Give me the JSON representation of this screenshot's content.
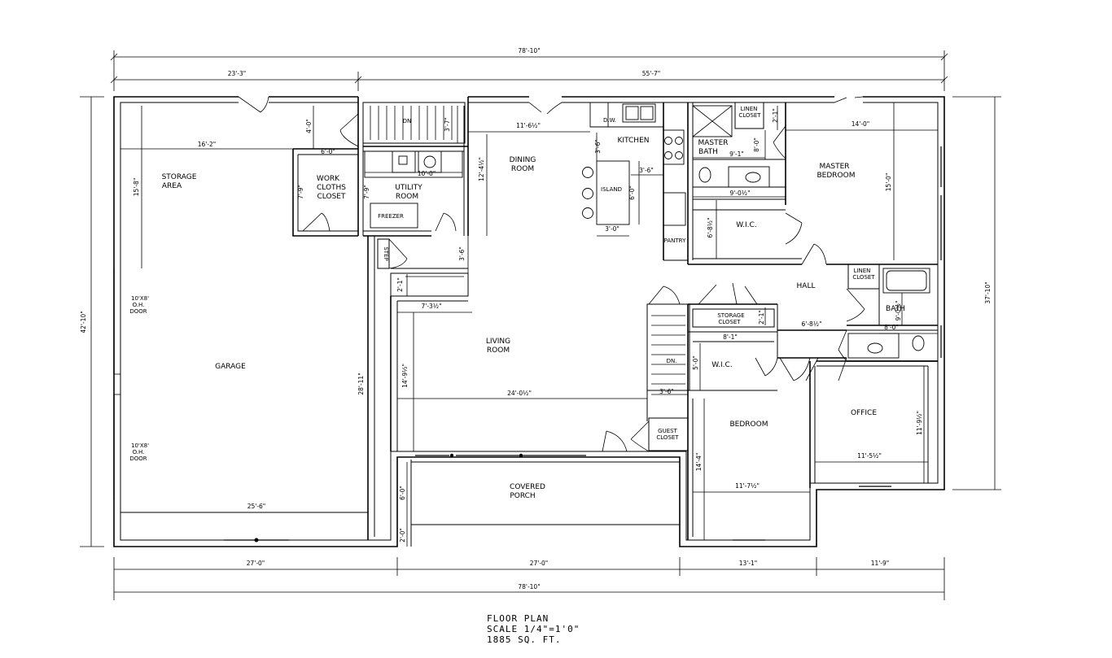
{
  "rooms": {
    "storage_area": [
      "STORAGE",
      "AREA"
    ],
    "work_closet": [
      "WORK",
      "CLOTHS",
      "CLOSET"
    ],
    "utility": [
      "UTILITY",
      "ROOM"
    ],
    "freezer": "FREEZER",
    "dn_top": "DN",
    "dining": [
      "DINING",
      "ROOM"
    ],
    "kitchen": "KITCHEN",
    "dw": "D.W.",
    "island": "ISLAND",
    "pantry": "PANTRY",
    "master_bath": [
      "MASTER",
      "BATH"
    ],
    "linen_top": [
      "LINEN",
      "CLOSET"
    ],
    "master_bedroom": [
      "MASTER",
      "BEDROOM"
    ],
    "wic_master": "W.I.C.",
    "hall": "HALL",
    "linen_hall": [
      "LINEN",
      "CLOSET"
    ],
    "bath": "BATH",
    "step": "STEP",
    "living": [
      "LIVING",
      "ROOM"
    ],
    "storage_closet": [
      "STORAGE",
      "CLOSET"
    ],
    "dn_stair": "DN.",
    "wic_bed": "W.I.C.",
    "garage": "GARAGE",
    "oh_door_top": [
      "10'X8'",
      "O.H.",
      "DOOR"
    ],
    "oh_door_bottom": [
      "10'X8'",
      "O.H.",
      "DOOR"
    ],
    "guest_closet": [
      "GUEST",
      "CLOSET"
    ],
    "bedroom": "BEDROOM",
    "office": "OFFICE",
    "covered_porch": [
      "COVERED",
      "PORCH"
    ]
  },
  "dimensions": {
    "overall_top": "78'-10\"",
    "top_left": "23'-3\"",
    "top_right": "55'-7\"",
    "left_overall": "42'-10\"",
    "right_overall": "37'-10\"",
    "bottom_1": "27'-0\"",
    "bottom_2": "27'-0\"",
    "bottom_3": "13'-1\"",
    "bottom_4": "11'-9\"",
    "overall_bottom": "78'-10\"",
    "storage_width": "16'-2\"",
    "storage_depth": "15'-8\"",
    "closet_4_0": "4'-0\"",
    "stair_3_7": "3'-7\"",
    "work_closet_w": "6'-0\"",
    "work_closet_d": "7'-9\"",
    "utility_d": "7'-9\"",
    "utility_w": "10'-0\"",
    "dining_w": "11'-6½\"",
    "dining_d": "12'-4½\"",
    "kitchen_3_6": "3'-6\"",
    "island_gap": "3'-6\"",
    "island_l": "6'-0\"",
    "island_w": "3'-0\"",
    "master_bath_w": "9'-1\"",
    "master_bath_d": "8'-0\"",
    "linen_2_1": "2'-1\"",
    "master_w": "14'-0\"",
    "master_d": "15'-0\"",
    "wic_w": "9'-0½\"",
    "wic_d": "6'-8½\"",
    "step_3_6": "3'-6\"",
    "hall_2_1": "2'-1\"",
    "living_7_3": "7'-3½\"",
    "storage_closet_2_1": "2'-1\"",
    "hall_6_8": "6'-8½\"",
    "bath_9_0": "9'-0½\"",
    "bath_8_0": "8'-0\"",
    "wic_8_1": "8'-1\"",
    "wic_5_0": "5'-0\"",
    "living_d": "14'-9½\"",
    "living_w": "24'-0½\"",
    "garage_d": "28'-11\"",
    "stair_3_6": "3'-6\"",
    "office_d": "11'-9½\"",
    "office_w": "11'-5½\"",
    "bedroom_d": "14'-4\"",
    "bedroom_w": "11'-7½\"",
    "garage_w": "25'-6\"",
    "porch_6_0": "6'-0\"",
    "porch_2_0": "2'-0\""
  },
  "title": [
    "FLOOR PLAN",
    "SCALE 1/4\"=1'0\"",
    "1885 SQ. FT."
  ]
}
